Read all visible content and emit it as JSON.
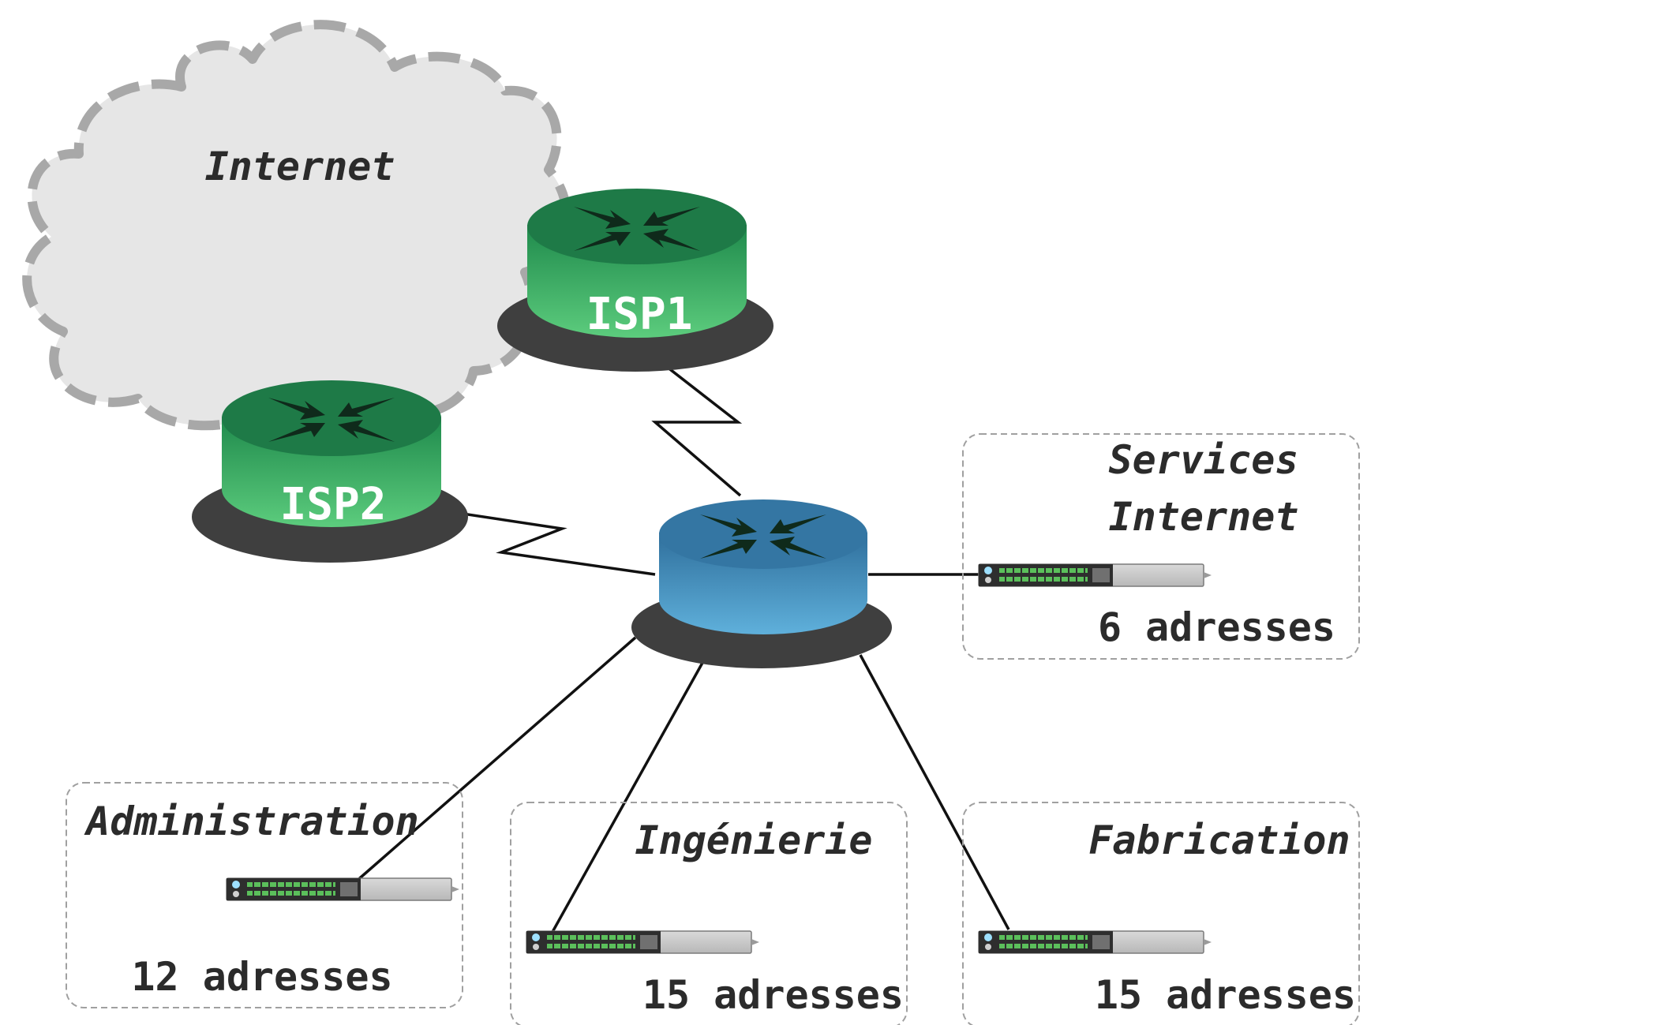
{
  "cloud": {
    "label": "Internet"
  },
  "routers": {
    "isp1": {
      "label": "ISP1"
    },
    "isp2": {
      "label": "ISP2"
    }
  },
  "segments": {
    "services": {
      "title_line1": "Services",
      "title_line2": "Internet",
      "count": "6 adresses"
    },
    "administration": {
      "title": "Administration",
      "count": "12 adresses"
    },
    "ingenierie": {
      "title": "Ingénierie",
      "count": "15 adresses"
    },
    "fabrication": {
      "title": "Fabrication",
      "count": "15 adresses"
    }
  },
  "colors": {
    "isp_router_top": "#1e7a47",
    "isp_router_side": "#3cb465",
    "core_router_top": "#3476a3",
    "core_router_side": "#4aa0d0",
    "router_base": "#3f3f3f",
    "cloud_fill": "#e6e6e6",
    "cloud_stroke": "#a8a8a8",
    "box_border": "#a0a0a0"
  }
}
